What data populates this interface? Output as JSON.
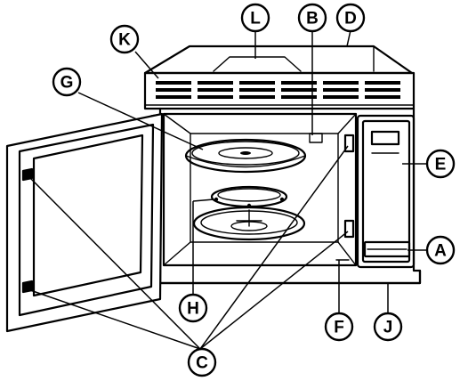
{
  "callouts": [
    {
      "id": "A",
      "label": "A"
    },
    {
      "id": "B",
      "label": "B"
    },
    {
      "id": "C",
      "label": "C"
    },
    {
      "id": "D",
      "label": "D"
    },
    {
      "id": "E",
      "label": "E"
    },
    {
      "id": "F",
      "label": "F"
    },
    {
      "id": "G",
      "label": "G"
    },
    {
      "id": "H",
      "label": "H"
    },
    {
      "id": "J",
      "label": "J"
    },
    {
      "id": "K",
      "label": "K"
    },
    {
      "id": "L",
      "label": "L"
    }
  ],
  "colors": {
    "ink": "#000000",
    "paper": "#ffffff"
  }
}
